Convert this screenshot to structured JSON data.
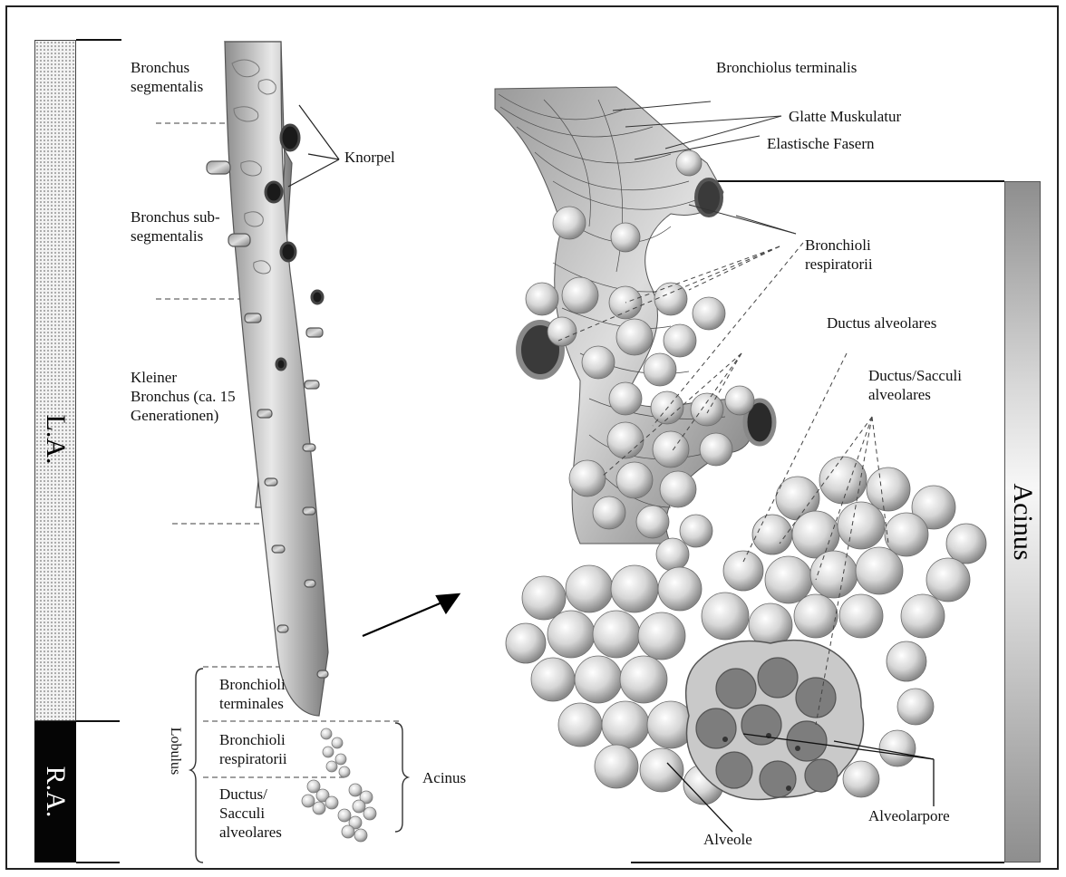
{
  "bars": {
    "la": "L.A.",
    "ra": "R.A.",
    "acinus": "Acinus"
  },
  "left_labels": {
    "bronchus_segmentalis": "Bronchus\nsegmentalis",
    "knorpel": "Knorpel",
    "bronchus_subsegmentalis": "Bronchus sub-\nsegmentalis",
    "kleiner_bronchus": "Kleiner\nBronchus (ca. 15\nGenerationen)",
    "bronchioli_terminales": "Bronchioli\nterminales",
    "bronchioli_respiratorii": "Bronchioli\nrespiratorii",
    "ductus_sacculi": "Ductus/\nSacculi\nalveolares",
    "lobulus": "Lobulus",
    "acinus": "Acinus"
  },
  "right_labels": {
    "bronchiolus_terminalis": "Bronchiolus terminalis",
    "glatte_muskulatur": "Glatte Muskulatur",
    "elastische_fasern": "Elastische Fasern",
    "bronchioli_respiratorii": "Bronchioli\nrespiratorii",
    "ductus_alveolares": "Ductus alveolares",
    "ductus_sacculi": "Ductus/Sacculi\nalveolares",
    "alveole": "Alveole",
    "alveolarpore": "Alveolarpore"
  },
  "colors": {
    "la_pattern": "#9a9a9a",
    "ra_fill": "#050505",
    "acinus_gradient_dark": "#8e8e8e",
    "acinus_gradient_light": "#f7f7f7",
    "tissue": "#d9d9d9"
  }
}
